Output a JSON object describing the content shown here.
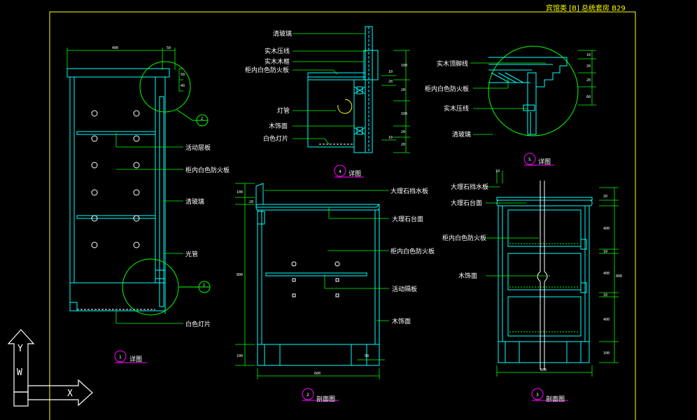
{
  "title": "宾馆类 [B] 总统套房 B29",
  "colors": {
    "background": "#000000",
    "frame": "#ffff00",
    "label": "#ffffff",
    "leader": "#00ff00",
    "object": "#00ffff",
    "dimension": "#00ff00",
    "marker": "#ff00ff",
    "ucs": "#ffffff"
  },
  "ucs_icon": {
    "y": "Y",
    "w": "W",
    "x": "X"
  },
  "views": {
    "d1": {
      "number": "1",
      "caption": "详图",
      "labels": {
        "shelf": "活动层板",
        "fireboard": "柜内白色防火板",
        "glass": "清玻璃",
        "lamp": "光管",
        "lightpanel": "白色灯片"
      },
      "callouts": [
        "2",
        "1"
      ],
      "dims": {
        "width": "400",
        "side": "50",
        "d1": "50",
        "d2": "40"
      }
    },
    "d2": {
      "number": "4",
      "caption": "详图",
      "labels": {
        "glass": "清玻璃",
        "pressline": "实木压线",
        "strip": "实木木框",
        "fireboard": "柜内白色防火板",
        "tube": "灯管",
        "woodface": "木饰面",
        "lightpanel": "白色灯片"
      },
      "dims": [
        "10",
        "20",
        "10",
        "100",
        "20",
        "20",
        "100",
        "20"
      ]
    },
    "d3": {
      "number": "5",
      "caption": "详图",
      "labels": {
        "topline": "实木顶脚线",
        "fireboard": "柜内白色防火板",
        "pressline": "实木压线",
        "glass": "清玻璃"
      },
      "dims": [
        "10",
        "20",
        "20",
        "60"
      ]
    },
    "s1": {
      "number": "2",
      "caption": "剖面图",
      "labels": {
        "splash": "大理石挡水板",
        "counter": "大理石台面",
        "fireboard": "柜内白色防火板",
        "shelf": "活动隔板",
        "woodface": "木饰面"
      },
      "dims": {
        "top": "100",
        "mid": "20",
        "height": "800",
        "base": "100",
        "width": "600",
        "toe": "50"
      }
    },
    "s2": {
      "number": "3",
      "caption": "剖面图",
      "labels": {
        "splash": "大理石挡水板",
        "counter": "大理石台面",
        "fireboard": "柜内白色防火板",
        "woodface": "木饰面"
      },
      "dims": {
        "height": "800",
        "left": "10",
        "width": "600",
        "r1": "20",
        "r2": "400",
        "r3": "10",
        "r4": "400",
        "r5": "10",
        "r6": "400",
        "r7": "100"
      }
    }
  }
}
